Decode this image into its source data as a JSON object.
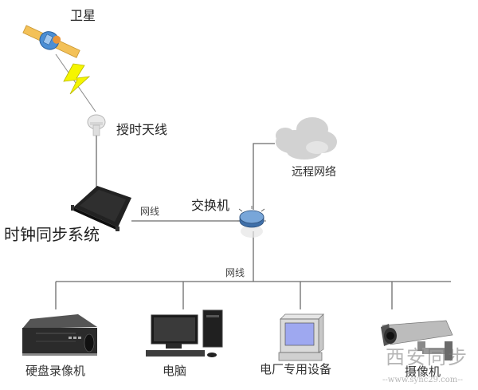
{
  "nodes": {
    "satellite": {
      "label": "卫星",
      "icon": "satellite-icon"
    },
    "antenna": {
      "label": "授时天线",
      "icon": "gps-antenna-icon"
    },
    "clock_system": {
      "label": "时钟同步系统",
      "icon": "rack-server-icon"
    },
    "switch": {
      "label": "交换机",
      "icon": "network-switch-icon"
    },
    "remote_network": {
      "label": "远程网络",
      "icon": "cloud-icon"
    },
    "dvr": {
      "label": "硬盘录像机",
      "icon": "dvr-icon"
    },
    "computer": {
      "label": "电脑",
      "icon": "desktop-computer-icon"
    },
    "plant_equipment": {
      "label": "电厂专用设备",
      "icon": "terminal-icon"
    },
    "camera": {
      "label": "摄像机",
      "icon": "cctv-camera-icon"
    }
  },
  "links": {
    "clock_to_switch": "网线",
    "switch_to_bus": "网线"
  },
  "watermark": {
    "title": "西安同步",
    "url": "--www.sync29.com--"
  },
  "colors": {
    "line": "#6b6b6b",
    "lightning": "#f5f500",
    "switch": "#6f9fd4",
    "satellite_panel": "#f3c158",
    "satellite_body": "#4b8ed4"
  }
}
